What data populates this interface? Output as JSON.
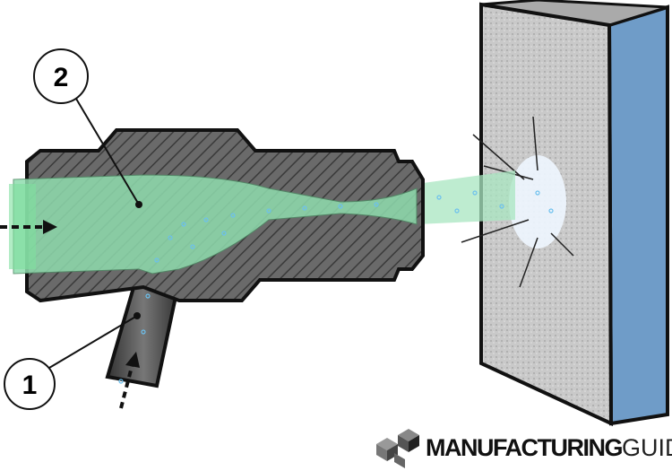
{
  "callouts": [
    {
      "number": "1"
    },
    {
      "number": "2"
    }
  ],
  "logo": {
    "bold": "MANUFACTURING",
    "light": "GUIDE"
  },
  "colors": {
    "fluid": "#7fdca0",
    "wall_side": "#6f9cc8",
    "body": "#606060",
    "particles": "#8ccdf0"
  }
}
